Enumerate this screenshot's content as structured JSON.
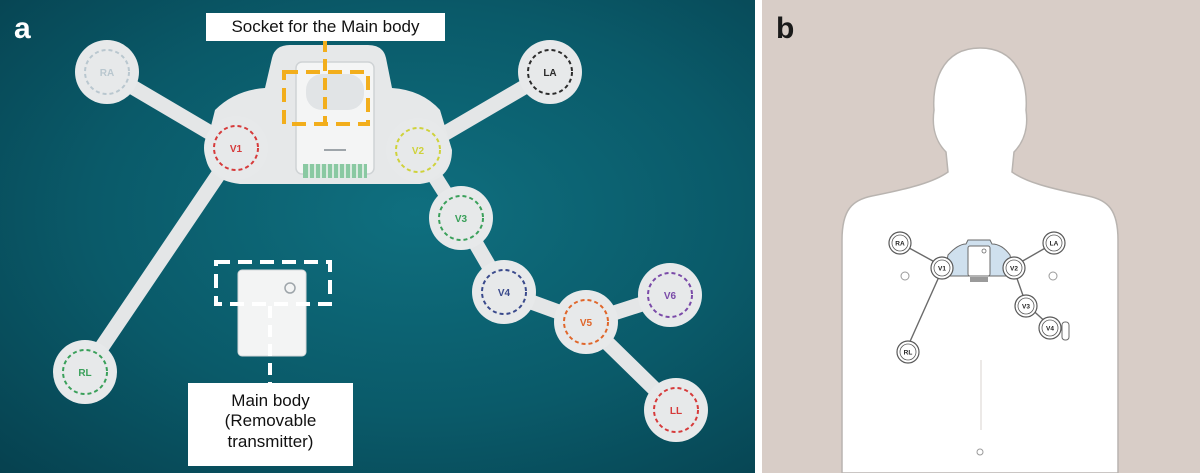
{
  "panel_a": {
    "letter": "a",
    "socket_label": "Socket for the Main body",
    "main_body_label": [
      "Main body",
      "(Removable",
      "transmitter)"
    ],
    "electrodes": [
      {
        "id": "RA",
        "label": "RA",
        "color": "#b9c7cf"
      },
      {
        "id": "LA",
        "label": "LA",
        "color": "#2b2b2b"
      },
      {
        "id": "V1",
        "label": "V1",
        "color": "#d63a3a"
      },
      {
        "id": "V2",
        "label": "V2",
        "color": "#cfd23a"
      },
      {
        "id": "V3",
        "label": "V3",
        "color": "#3aa05a"
      },
      {
        "id": "V4",
        "label": "V4",
        "color": "#3a4a8c"
      },
      {
        "id": "V5",
        "label": "V5",
        "color": "#e0662a"
      },
      {
        "id": "V6",
        "label": "V6",
        "color": "#7a4aa8"
      },
      {
        "id": "RL",
        "label": "RL",
        "color": "#3aa05a"
      },
      {
        "id": "LL",
        "label": "LL",
        "color": "#d63a3a"
      }
    ]
  },
  "panel_b": {
    "letter": "b",
    "electrodes": [
      "RA",
      "LA",
      "V1",
      "V2",
      "V3",
      "V4",
      "RL"
    ]
  }
}
